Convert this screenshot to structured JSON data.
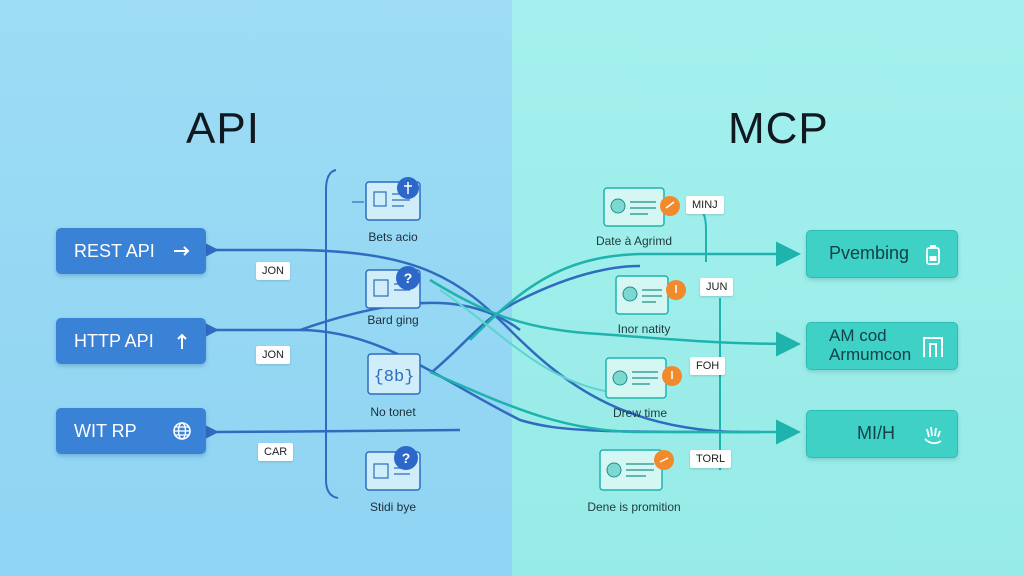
{
  "headings": {
    "left": "API",
    "right": "MCP"
  },
  "api_boxes": [
    {
      "label": "REST API"
    },
    {
      "label": "HTTP API"
    },
    {
      "label": "WIT RP"
    }
  ],
  "api_tags": [
    "JON",
    "JON",
    "CAR"
  ],
  "api_cards": [
    "Bets acio",
    "Bard ging",
    "No tonet",
    "Stidi bye"
  ],
  "mcp_cards": [
    "Date à Agrimd",
    "Inor natity",
    "Drew time",
    "Dene is promition"
  ],
  "mcp_tags": [
    "MINJ",
    "JUN",
    "FOH",
    "TORL"
  ],
  "mcp_boxes": [
    {
      "label": "Pvembing"
    },
    {
      "label": "AM cod Armumcon"
    },
    {
      "label": "MI/H"
    }
  ],
  "colors": {
    "left_bg": "#9ddcf4",
    "right_bg": "#a4f0ee",
    "api_box": "#3a82d6",
    "mcp_box": "#3fd0c6",
    "arrow_blue": "#2f6cc0",
    "arrow_teal": "#1fb3ae",
    "badge_blue": "#2c67c9",
    "badge_orange": "#f08a2c"
  },
  "icons": {
    "api_box_icons": [
      "arrow-right-icon",
      "arrow-up-icon",
      "globe-icon"
    ],
    "api_card_icons": [
      "document-settings-icon",
      "question-icon",
      "code-icon",
      "question-icon"
    ],
    "mcp_card_icons": [
      "profile-card-icon",
      "profile-card-icon",
      "profile-card-icon",
      "profile-card-icon"
    ],
    "mcp_box_icons": [
      "battery-icon",
      "bracket-icon",
      "hand-icon"
    ]
  }
}
